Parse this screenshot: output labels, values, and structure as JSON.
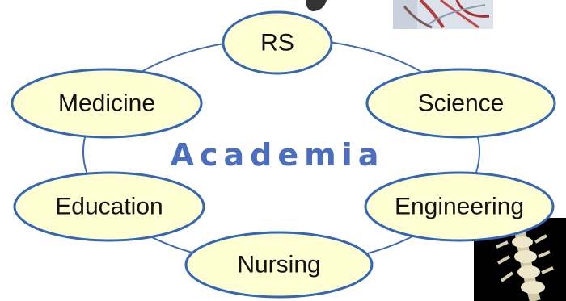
{
  "diagram": {
    "center": {
      "label": "Academia"
    },
    "nodes": [
      {
        "id": "rs",
        "label": "RS"
      },
      {
        "id": "science",
        "label": "Science"
      },
      {
        "id": "engineering",
        "label": "Engineering"
      },
      {
        "id": "nursing",
        "label": "Nursing"
      },
      {
        "id": "education",
        "label": "Education"
      },
      {
        "id": "medicine",
        "label": "Medicine"
      }
    ],
    "images": [
      {
        "name": "anatomy-illustration-image"
      },
      {
        "name": "spine-image"
      }
    ]
  },
  "colors": {
    "ring_stroke": "#3d6bb3",
    "node_fill": "#fefed2",
    "node_stroke": "#3366b5",
    "center_text": "#4a6fc0",
    "spine_background": "#000000",
    "spine_bone": "#eee6c8"
  }
}
